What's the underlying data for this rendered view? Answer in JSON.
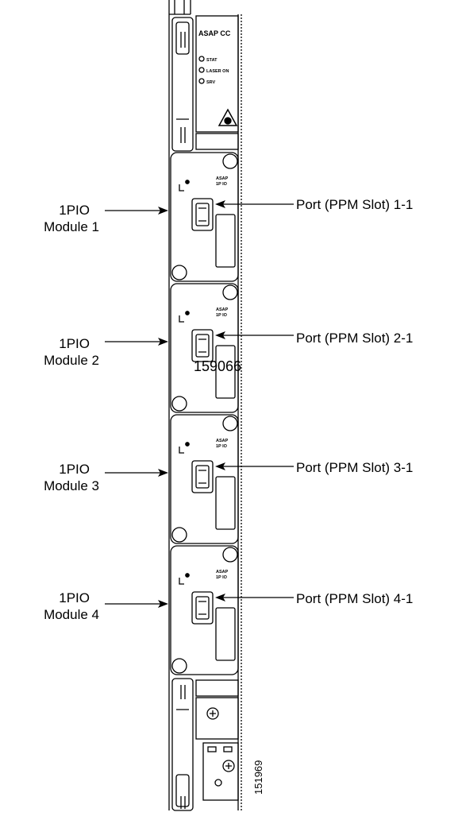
{
  "card": {
    "title": "ASAP CC",
    "leds": [
      "STAT",
      "LASER ON",
      "SRV"
    ],
    "module_silkscreen": [
      "ASAP",
      "1P IO"
    ]
  },
  "modules": [
    {
      "line1": "1PIO",
      "line2": "Module 1",
      "port": "Port (PPM Slot) 1-1"
    },
    {
      "line1": "1PIO",
      "line2": "Module 2",
      "port": "Port (PPM Slot) 2-1"
    },
    {
      "line1": "1PIO",
      "line2": "Module 3",
      "port": "Port (PPM Slot) 3-1"
    },
    {
      "line1": "1PIO",
      "line2": "Module 4",
      "port": "Port (PPM Slot) 4-1"
    }
  ],
  "overlay_number": "159066",
  "figure_number": "151969"
}
